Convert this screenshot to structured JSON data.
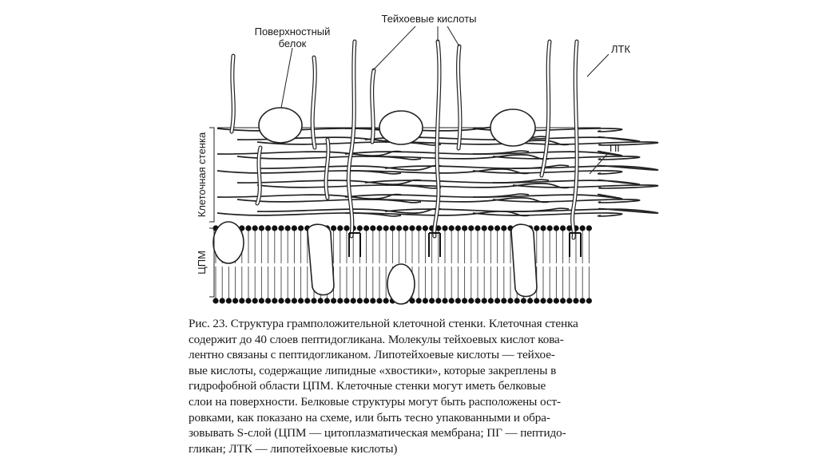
{
  "figure": {
    "labels": {
      "surface_protein_line1": "Поверхностный",
      "surface_protein_line2": "белок",
      "teichoic_acids": "Тейхоевые кислоты",
      "ltk": "ЛТК",
      "pg": "ПГ",
      "cell_wall": "Клеточная стенка",
      "cpm": "ЦПМ"
    }
  },
  "caption": {
    "lines": [
      "Рис. 23. Структура грамположительной клеточной стенки. Клеточная стенка",
      "содержит до 40 слоев пептидогликана. Молекулы тейхоевых кислот кова-",
      "лентно связаны с пептидогликаном. Липотейхоевые кислоты — тейхое-",
      "вые кислоты, содержащие липидные «хвостики», которые закреплены в",
      "гидрофобной области ЦПМ. Клеточные стенки могут иметь белковые",
      "слои на поверхности. Белковые структуры могут быть расположены ост-",
      "ровками, как показано на схеме, или быть тесно упакованными и обра-",
      "зовывать S-слой (ЦПМ — цитоплазматическая мембрана; ПГ — пептидо-",
      "гликан; ЛТК — липотейхоевые кислоты)"
    ]
  }
}
